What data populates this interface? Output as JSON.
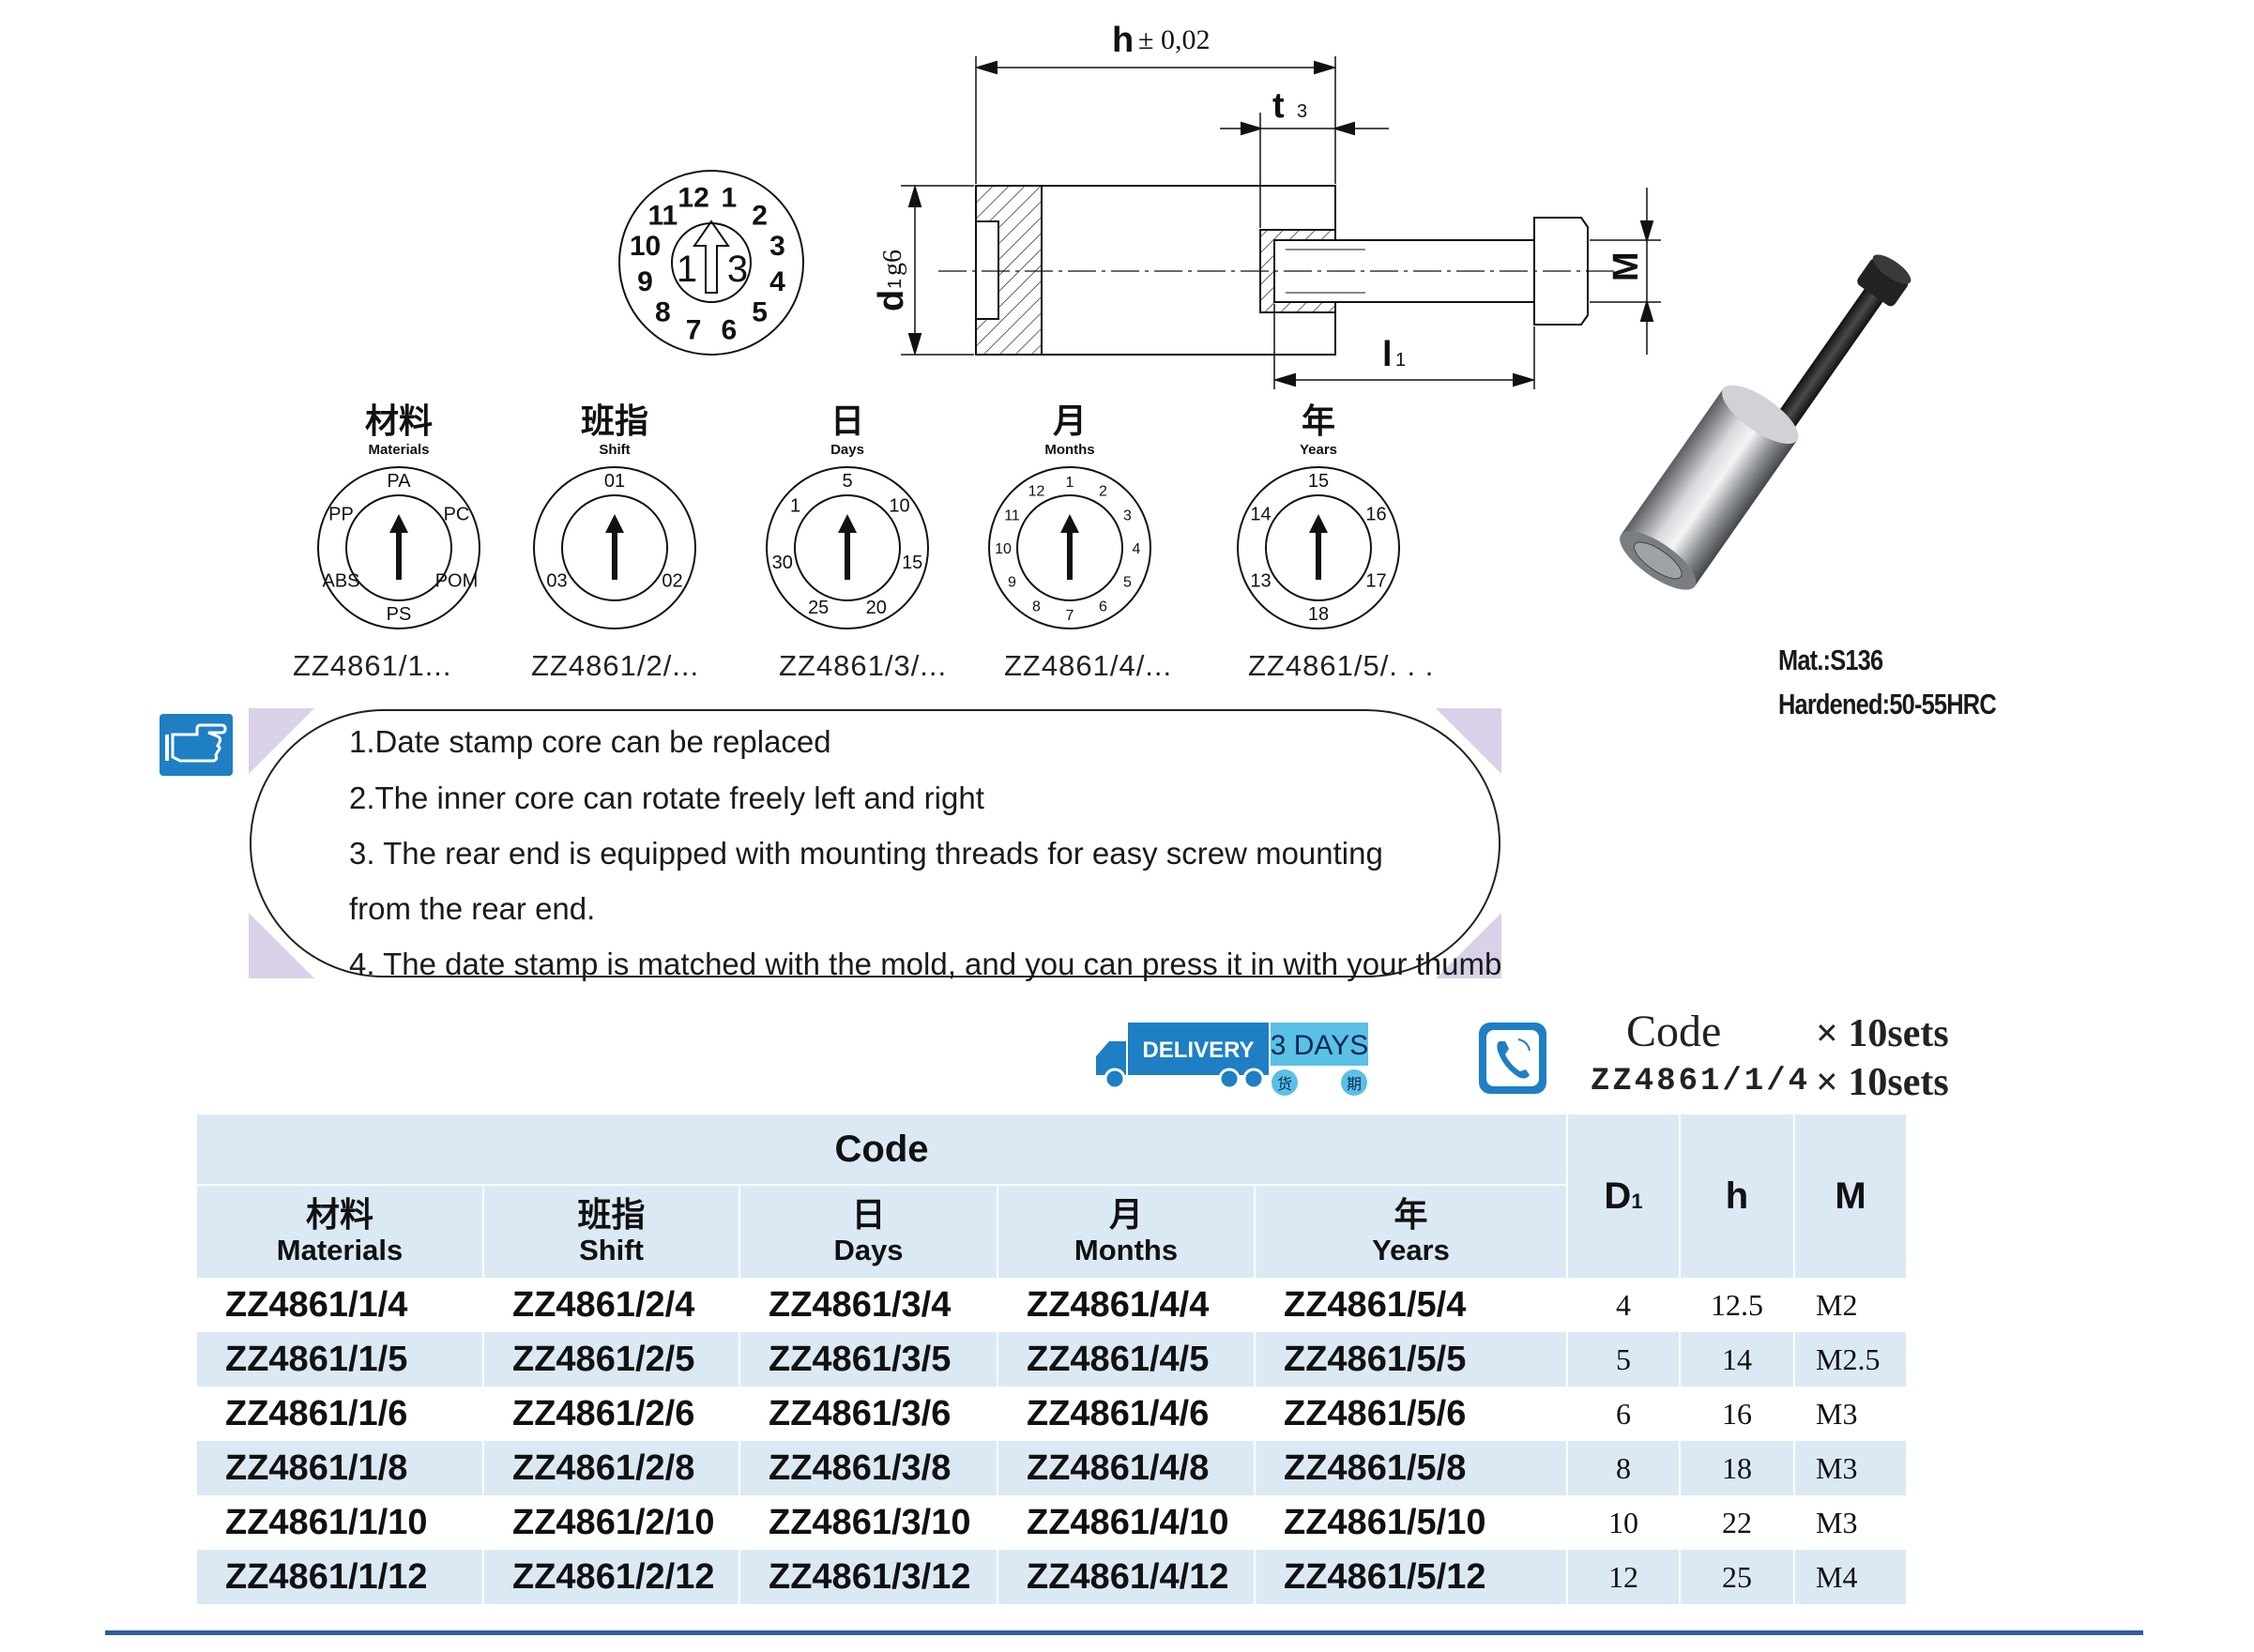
{
  "drawing": {
    "h_label": "h",
    "h_tolerance": "± 0,02",
    "t3_label": "t",
    "t3_sub": "3",
    "d1_label": "d",
    "d1_sub": "1",
    "d1_fit": "g6",
    "l1_label": "l",
    "l1_sub": "1",
    "m_label": "M",
    "stamp_numbers": [
      "1",
      "2",
      "3",
      "4",
      "5",
      "6",
      "7",
      "8",
      "9",
      "10",
      "11",
      "12"
    ],
    "stamp_center": "1",
    "stamp_center_right": "3"
  },
  "dials": [
    {
      "zh": "材料",
      "en": "Materials",
      "code": "ZZ4861/1...",
      "marks": [
        "PA",
        "PC",
        "POM",
        "PS",
        "ABS",
        "PP"
      ]
    },
    {
      "zh": "班指",
      "en": "Shift",
      "code": "ZZ4861/2/...",
      "marks": [
        "01",
        "02",
        "03"
      ]
    },
    {
      "zh": "日",
      "en": "Days",
      "code": "ZZ4861/3/...",
      "marks": [
        "5",
        "10",
        "15",
        "20",
        "25",
        "30",
        "1"
      ]
    },
    {
      "zh": "月",
      "en": "Months",
      "code": "ZZ4861/4/...",
      "marks": [
        "1",
        "2",
        "3",
        "4",
        "5",
        "6",
        "7",
        "8",
        "9",
        "10",
        "11",
        "12"
      ]
    },
    {
      "zh": "年",
      "en": "Years",
      "code": "ZZ4861/5/. . .",
      "marks": [
        "15",
        "16",
        "17",
        "18",
        "13",
        "14"
      ]
    }
  ],
  "material": {
    "mat": "Mat.:S136",
    "hardened": "Hardened:50-55HRC"
  },
  "notes": [
    "1.Date stamp core can be replaced",
    "2.The inner core can rotate freely left and right",
    "3. The rear end is equipped with mounting threads for easy screw mounting",
    "from the rear end.",
    "4. The date stamp is matched with the mold, and you can press it in with your thumb"
  ],
  "delivery": {
    "badge": "DELIVERY",
    "days": "3 DAYS",
    "char1": "货",
    "char2": "期"
  },
  "order_example": {
    "code_label": "Code",
    "qty_label": "× 10sets",
    "code_value": "ZZ4861/1/4",
    "qty_value": "× 10sets"
  },
  "table": {
    "group_header": "Code",
    "columns": [
      {
        "zh": "材料",
        "en": "Materials"
      },
      {
        "zh": "班指",
        "en": "Shift"
      },
      {
        "zh": "日",
        "en": "Days"
      },
      {
        "zh": "月",
        "en": "Months"
      },
      {
        "zh": "年",
        "en": "Years"
      }
    ],
    "d1_header": "D",
    "d1_sub": "1",
    "h_header": "h",
    "m_header": "M",
    "rows": [
      {
        "codes": [
          "ZZ4861/1/4",
          "ZZ4861/2/4",
          "ZZ4861/3/4",
          "ZZ4861/4/4",
          "ZZ4861/5/4"
        ],
        "d1": "4",
        "h": "12.5",
        "m": "M2"
      },
      {
        "codes": [
          "ZZ4861/1/5",
          "ZZ4861/2/5",
          "ZZ4861/3/5",
          "ZZ4861/4/5",
          "ZZ4861/5/5"
        ],
        "d1": "5",
        "h": "14",
        "m": "M2.5"
      },
      {
        "codes": [
          "ZZ4861/1/6",
          "ZZ4861/2/6",
          "ZZ4861/3/6",
          "ZZ4861/4/6",
          "ZZ4861/5/6"
        ],
        "d1": "6",
        "h": "16",
        "m": "M3"
      },
      {
        "codes": [
          "ZZ4861/1/8",
          "ZZ4861/2/8",
          "ZZ4861/3/8",
          "ZZ4861/4/8",
          "ZZ4861/5/8"
        ],
        "d1": "8",
        "h": "18",
        "m": "M3"
      },
      {
        "codes": [
          "ZZ4861/1/10",
          "ZZ4861/2/10",
          "ZZ4861/3/10",
          "ZZ4861/4/10",
          "ZZ4861/5/10"
        ],
        "d1": "10",
        "h": "22",
        "m": "M3"
      },
      {
        "codes": [
          "ZZ4861/1/12",
          "ZZ4861/2/12",
          "ZZ4861/3/12",
          "ZZ4861/4/12",
          "ZZ4861/5/12"
        ],
        "d1": "12",
        "h": "25",
        "m": "M4"
      }
    ]
  }
}
